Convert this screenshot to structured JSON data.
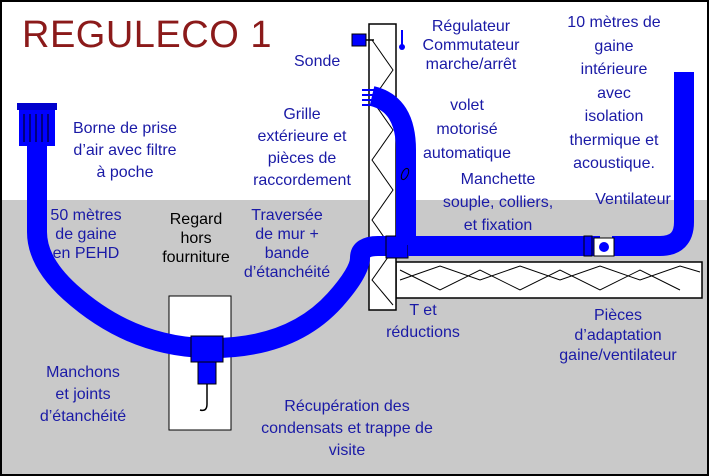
{
  "title": "REGULECO 1",
  "colors": {
    "label": "#1a1aa6",
    "title": "#8b1a1a",
    "duct": "#0000ff",
    "ground": "#c9c9c9",
    "frame": "#000000"
  },
  "labels": {
    "sonde": "Sonde",
    "regulateur": "Régulateur\nCommutateur\nmarche/arrêt",
    "gaine_interieure": "10 mètres de\ngaine\nintérieure\navec\nisolation\nthermique et\nacoustique.",
    "borne": "Borne de prise\nd’air avec filtre\nà poche",
    "grille": "Grille\nextérieure et\npièces de\nraccordement",
    "volet": "volet\nmotorisé\nautomatique",
    "manchette": "Manchette\nsouple, colliers,\net fixation",
    "ventilateur": "Ventilateur",
    "gaine_pehd": "50 mètres\nde gaine\nen PEHD",
    "regard": "Regard\nhors\nfourniture",
    "traversee": "Traversée\nde mur +\nbande\nd’étanchéité",
    "t_reductions": "T et\nréductions",
    "pieces_adaptation": "Pièces\nd’adaptation\ngaine/ventilateur",
    "manchons": "Manchons\net joints\nd’étanchéité",
    "recuperation": "Récupération des\ncondensats et trappe de\nvisite"
  },
  "icons": {
    "sensor": "sensor-icon",
    "thermostat": "thermostat-icon",
    "fan": "fan-icon",
    "grille": "grille-icon",
    "damper": "damper-icon",
    "trap": "condensate-trap-icon"
  }
}
